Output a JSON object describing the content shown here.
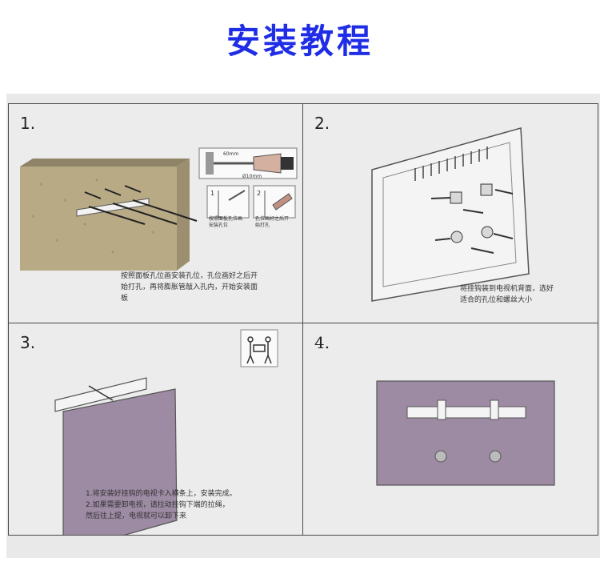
{
  "title": "安装教程",
  "panels": [
    {
      "number": "1.",
      "caption": "按照面板孔位画安装孔位，孔位画好之后开\n始打孔，再将膨胀管敲入孔内，开始安装面\n板",
      "diagram": {
        "dim_a": "60mm",
        "dim_b": "Ø10mm",
        "step1_num": "1",
        "step1_text": "按照面板孔位画\n安装孔位",
        "step2_num": "2",
        "step2_text": "孔位画好之后开\n始打孔"
      }
    },
    {
      "number": "2.",
      "caption": "将挂钩装到电视机背面，选好\n适合的孔位和螺丝大小"
    },
    {
      "number": "3.",
      "caption": "1.将安装好挂钩的电视卡入横条上，安装完成。\n2.如果需要卸电视，请拉动挂钩下端的拉绳，\n   然后往上提，电视就可以卸下来"
    },
    {
      "number": "4."
    }
  ],
  "colors": {
    "title": "#1f2ee6",
    "wall": "#b9aa86",
    "tv_back": "#9d8aa3",
    "border": "#4a4a4a"
  }
}
